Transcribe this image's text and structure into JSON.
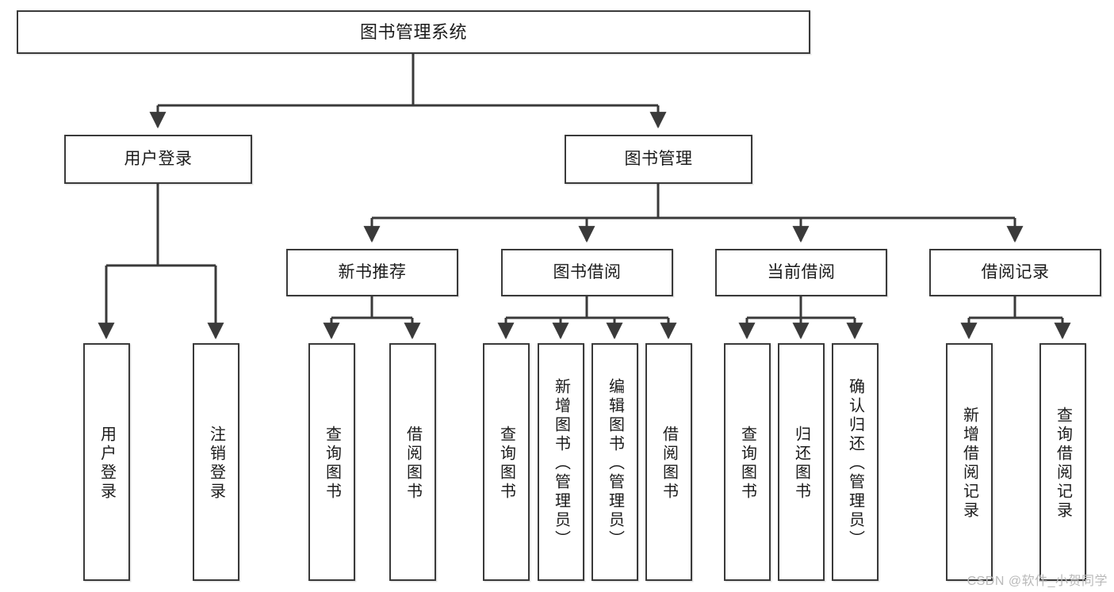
{
  "diagram": {
    "type": "tree-hierarchy-diagram",
    "title": "图书管理系统",
    "watermark": "CSDN @软件_小贺同学",
    "colors": {
      "stroke": "#3a3a3a",
      "fill": "#ffffff",
      "text": "#1b1b1b",
      "watermark": "#b9b9b9"
    },
    "nodes": {
      "root": {
        "label": "图书管理系统"
      },
      "level2": [
        {
          "label": "用户登录"
        },
        {
          "label": "图书管理"
        }
      ],
      "level3": [
        {
          "label": "新书推荐"
        },
        {
          "label": "图书借阅"
        },
        {
          "label": "当前借阅"
        },
        {
          "label": "借阅记录"
        }
      ],
      "leaves": {
        "user_login": [
          {
            "label": "用户登录"
          },
          {
            "label": "注销登录"
          }
        ],
        "new_book_recommend": [
          {
            "label": "查询图书"
          },
          {
            "label": "借阅图书"
          }
        ],
        "book_borrow": [
          {
            "label": "查询图书"
          },
          {
            "label": "新增图书（管理员）"
          },
          {
            "label": "编辑图书（管理员）"
          },
          {
            "label": "借阅图书"
          }
        ],
        "current_borrow": [
          {
            "label": "查询图书"
          },
          {
            "label": "归还图书"
          },
          {
            "label": "确认归还（管理员）"
          }
        ],
        "borrow_record": [
          {
            "label": "新增借阅记录"
          },
          {
            "label": "查询借阅记录"
          }
        ]
      }
    }
  }
}
